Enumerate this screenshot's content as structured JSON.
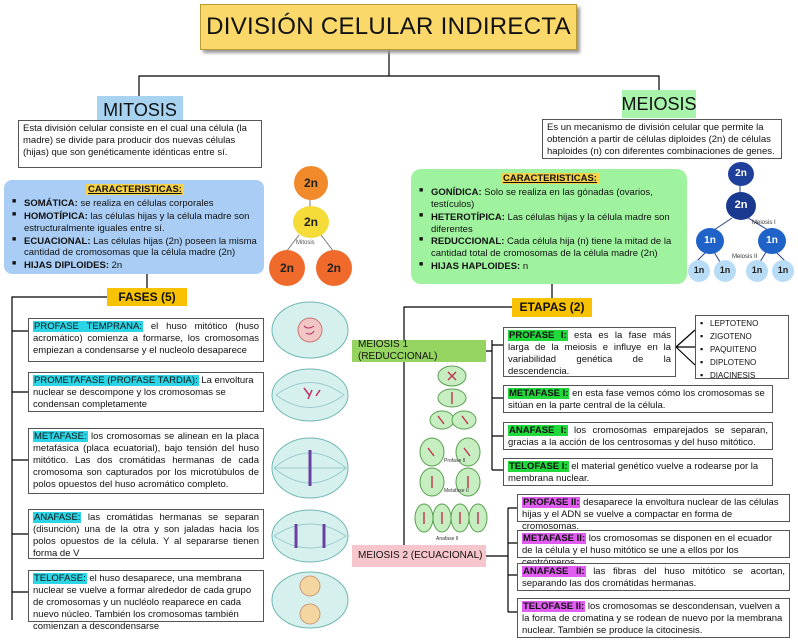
{
  "title": "DIVISIÓN CELULAR INDIRECTA",
  "mitosis": {
    "heading": "MITOSIS",
    "definition": "Esta división celular consiste en el cual una célula (la madre) se divide para producir dos nuevas células (hijas) que son genéticamente idénticas entre sí.",
    "characteristics_title": "CARACTERISTICAS:",
    "characteristics": [
      {
        "term": "SOMÁTICA:",
        "text": " se realiza en células corporales"
      },
      {
        "term": "HOMOTÍPICA:",
        "text": " las células hijas y la célula madre son estructuralmente iguales entre sí."
      },
      {
        "term": "ECUACIONAL:",
        "text": " Las células hijas (2n) poseen la misma cantidad de cromosomas que la célula madre (2n)"
      },
      {
        "term": "HIJAS DIPLOIDES:",
        "text": " 2n"
      }
    ],
    "diagram": {
      "top": "2n",
      "middle": "2n",
      "middle_label": "Mitosis",
      "left": "2n",
      "right": "2n"
    },
    "phases_title": "FASES (5)",
    "phases": [
      {
        "term": "PROFASE TEMPRANA:",
        "text": " el huso mitótico (huso acromático) comienza a formarse, los cromosomas empiezan a condensarse y el nucleolo desaparece"
      },
      {
        "term": "PROMETAFASE (PROFASE TARDIA):",
        "text": " La envoltura nuclear se descompone y los cromosomas se condensan completamente"
      },
      {
        "term": "METAFASE:",
        "text": " los cromosomas se alinean en la placa metafásica (placa ecuatorial), bajo tensión del huso mitótico. Las dos cromátidas hermanas de cada cromosoma son capturados por los microtúbulos de polos opuestos del huso acromático completo."
      },
      {
        "term": "ANAFASE:",
        "text": " las cromátidas hermanas se separan (disunción) una de la otra y son jaladas hacia los polos opuestos de la célula. Y al separarse tienen forma de V"
      },
      {
        "term": "TELOFASE:",
        "text": " el huso desaparece, una membrana nuclear se vuelve a formar alrededor de cada grupo de cromosomas y un nucléolo reaparece en cada nuevo núcleo. También los cromosomas también comienzan a descondensarse"
      }
    ]
  },
  "meiosis": {
    "heading": "MEIOSIS",
    "definition": "Es un mecanismo de división celular que permite la obtención a partir de células diploides (2n) de células haploides (n) con diferentes combinaciones de genes.",
    "characteristics_title": "CARACTERISTICAS:",
    "characteristics": [
      {
        "term": "GONÍDICA:",
        "text": " Solo se realiza en las gónadas (ovarios, testículos)"
      },
      {
        "term": "HETEROTÍPICA:",
        "text": " Las células hijas y la célula madre son diferentes"
      },
      {
        "term": "REDUCCIONAL:",
        "text": " Cada célula hija (n) tiene la mitad de la cantidad total de cromosomas de la célula madre (2n)"
      },
      {
        "term": "HIJAS HAPLOIDES:",
        "text": " n"
      }
    ],
    "diagram": {
      "top": "2n",
      "middle": "2n",
      "label1": "Meiosis I",
      "label2": "Meiosis II",
      "cells": [
        "1n",
        "1n",
        "1n",
        "1n",
        "1n",
        "1n"
      ]
    },
    "stages_title": "ETAPAS (2)",
    "meiosis1": {
      "label": "MEIOSIS 1 (REDUCCIONAL)",
      "phases": [
        {
          "term": "PROFASE I:",
          "text": " esta es la fase más larga de la meiosis e influye en la variabilidad genética de la descendencia."
        },
        {
          "term": "METAFASE I:",
          "text": " en esta fase vemos cómo los cromosomas se sitúan en la parte central de la célula."
        },
        {
          "term": "ANAFASE I:",
          "text": " los cromosomas emparejados se separan, gracias a la acción de los centrosomas y del huso mitótico."
        },
        {
          "term": "TELOFASE I:",
          "text": " el material genético vuelve a rodearse por la membrana nuclear."
        }
      ],
      "subphases": [
        "LEPTOTENO",
        "ZIGOTENO",
        "PAQUITENO",
        "DIPLOTENO",
        "DIACINESIS"
      ]
    },
    "meiosis2": {
      "label": "MEIOSIS 2 (ECUACIONAL)",
      "phases": [
        {
          "term": "PROFASE II:",
          "text": " desaparece la envoltura nuclear de las células hijas y el ADN se vuelve a compactar en forma de cromosomas."
        },
        {
          "term": "METAFASE II:",
          "text": " los cromosomas se disponen en el ecuador de la célula y el huso mitótico se une a ellos por los centrómeros."
        },
        {
          "term": "ANAFASE II:",
          "text": " las fibras del huso mitótico se acortan, separando las dos cromátidas hermanas."
        },
        {
          "term": "TELOFASE II:",
          "text": " los cromosomas se descondensan, vuelven a la forma de cromatina y se rodean de nuevo por la membrana nuclear. También se produce la citocinesis."
        }
      ]
    },
    "stage_figure_labels": [
      "Profase II",
      "Metafase II",
      "Anafase II"
    ]
  },
  "colors": {
    "title_bg": "#fad86a",
    "mitosis_bg": "#a7d3f1",
    "meiosis_bg": "#a9f4ad",
    "phase_title_bg": "#f9c200",
    "mitosis_term_hl": "#2bd5e6",
    "meiosis1_term_hl": "#21d93b",
    "meiosis2_term_hl": "#e15cf0"
  }
}
